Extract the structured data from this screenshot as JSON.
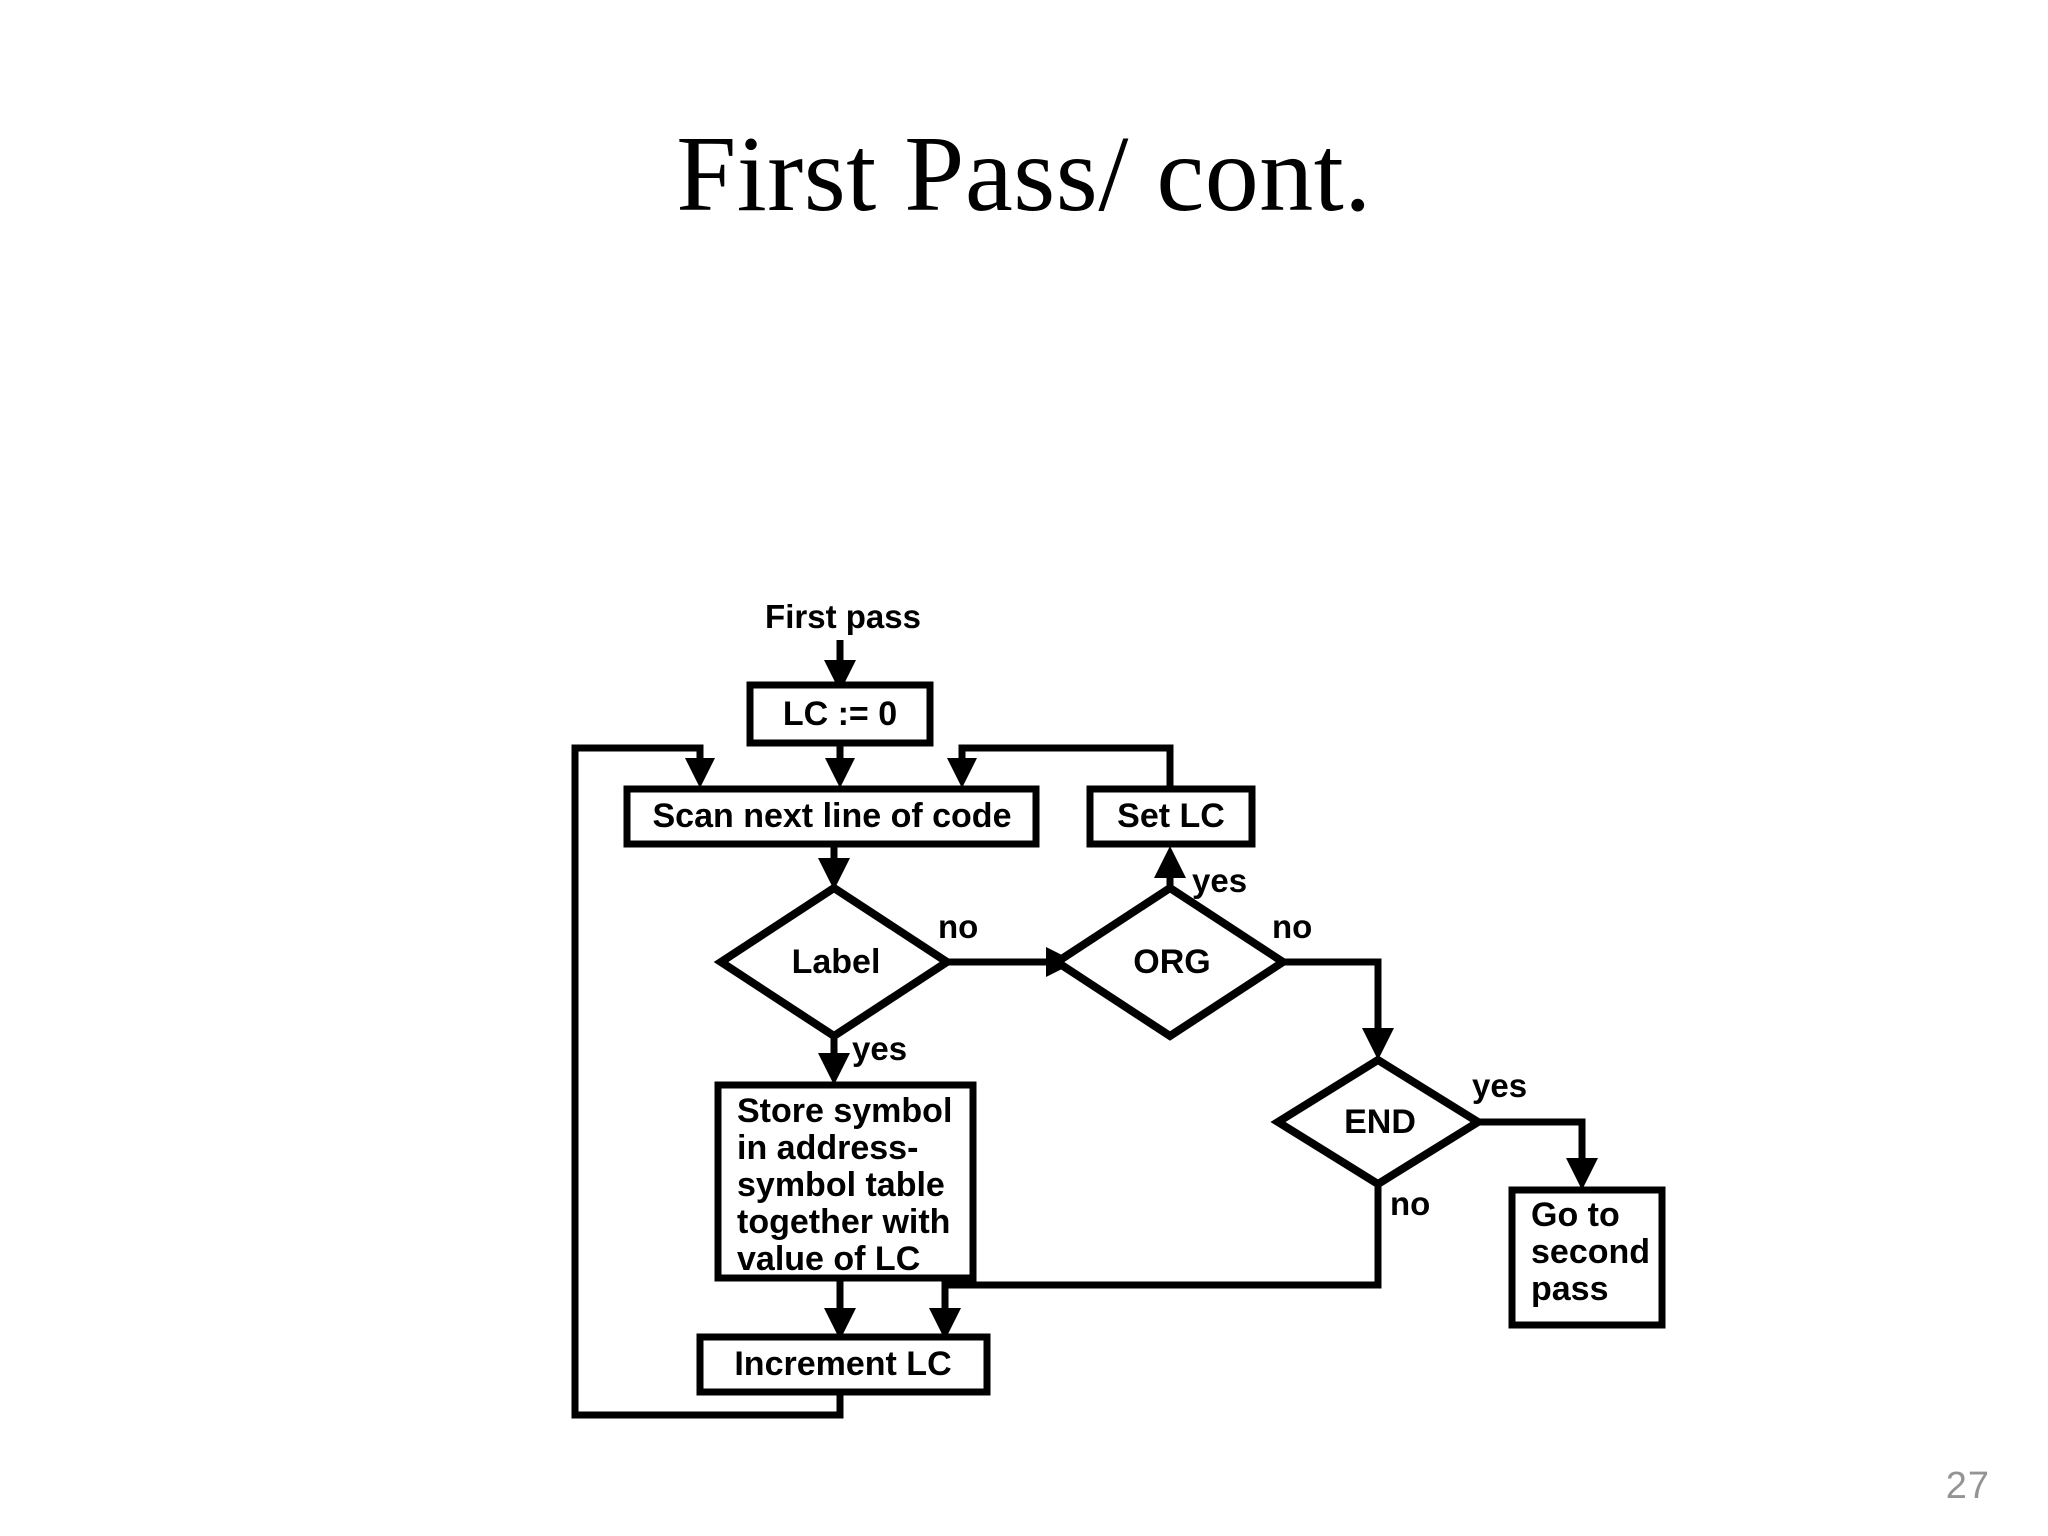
{
  "slide": {
    "title": "First Pass/ cont.",
    "page_number": "27",
    "page_number_color": "#949494",
    "background_color": "#ffffff",
    "line_color": "#000000"
  },
  "flowchart": {
    "type": "flowchart",
    "entry_label": "First pass",
    "nodes": {
      "lc_init": {
        "shape": "process",
        "label": "LC := 0"
      },
      "scan": {
        "shape": "process",
        "label": "Scan next line of code"
      },
      "set_lc": {
        "shape": "process",
        "label": "Set LC"
      },
      "label_decision": {
        "shape": "decision",
        "label": "Label"
      },
      "org_decision": {
        "shape": "decision",
        "label": "ORG"
      },
      "end_decision": {
        "shape": "decision",
        "label": "END"
      },
      "store_symbol": {
        "shape": "process",
        "lines": [
          "Store symbol",
          "in address-",
          "symbol table",
          "together with",
          "value of LC"
        ]
      },
      "increment_lc": {
        "shape": "process",
        "label": "Increment LC"
      },
      "go_second_pass": {
        "shape": "process",
        "lines": [
          "Go to",
          "second",
          "pass"
        ]
      }
    },
    "edge_labels": {
      "label_no": "no",
      "label_yes": "yes",
      "org_yes": "yes",
      "org_no": "no",
      "end_yes": "yes",
      "end_no": "no"
    },
    "edges": [
      {
        "from": "entry",
        "to": "lc_init",
        "label": ""
      },
      {
        "from": "lc_init",
        "to": "scan",
        "label": ""
      },
      {
        "from": "scan",
        "to": "label_decision",
        "label": ""
      },
      {
        "from": "label_decision",
        "to": "store_symbol",
        "label": "yes"
      },
      {
        "from": "label_decision",
        "to": "org_decision",
        "label": "no"
      },
      {
        "from": "org_decision",
        "to": "set_lc",
        "label": "yes"
      },
      {
        "from": "org_decision",
        "to": "end_decision",
        "label": "no"
      },
      {
        "from": "set_lc",
        "to": "scan",
        "label": ""
      },
      {
        "from": "store_symbol",
        "to": "increment_lc",
        "label": ""
      },
      {
        "from": "end_decision",
        "to": "go_second_pass",
        "label": "yes"
      },
      {
        "from": "end_decision",
        "to": "increment_lc",
        "label": "no"
      },
      {
        "from": "increment_lc",
        "to": "scan",
        "label": ""
      }
    ]
  }
}
